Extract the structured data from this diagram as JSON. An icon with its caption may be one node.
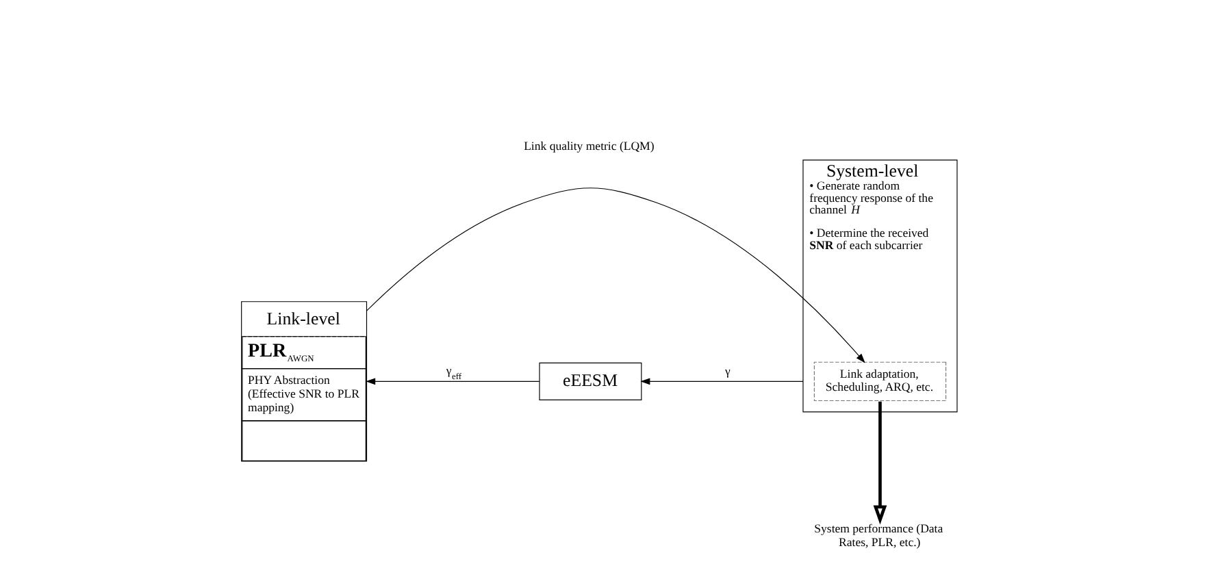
{
  "diagram": {
    "nodes": [
      {
        "text": [
          "Link-level",
          "**PLR**$_{AWGN}$",
          "PHY Abstraction (Effective SNR to PLR mapping)"
        ]
      },
      {
        "text": [
          "eEESM"
        ]
      },
      {
        "text": [
          "System-level",
          "• Generate random frequency response of the channel *H*",
          "• Determine the received **SNR** of each subcarrier"
        ]
      },
      {
        "text": [
          "Link adaptation, Scheduling, ARQ, etc."
        ],
        "in": 2
      },
      {
        "text": [
          "System performance (Data Rates, PLR, etc.)"
        ]
      }
    ],
    "edges": [
      {
        "from": 1,
        "to": 0,
        "arrow": "to",
        "label": "γ$_{eff}$"
      },
      {
        "from": 2,
        "to": 1,
        "arrow": "to",
        "label": "γ"
      },
      {
        "from": 0,
        "to": 3,
        "arrow": "to",
        "label": "Link quality metric (LQM)"
      },
      {
        "from": 3,
        "to": 4,
        "arrow": "to",
        "style": "thick"
      }
    ]
  }
}
